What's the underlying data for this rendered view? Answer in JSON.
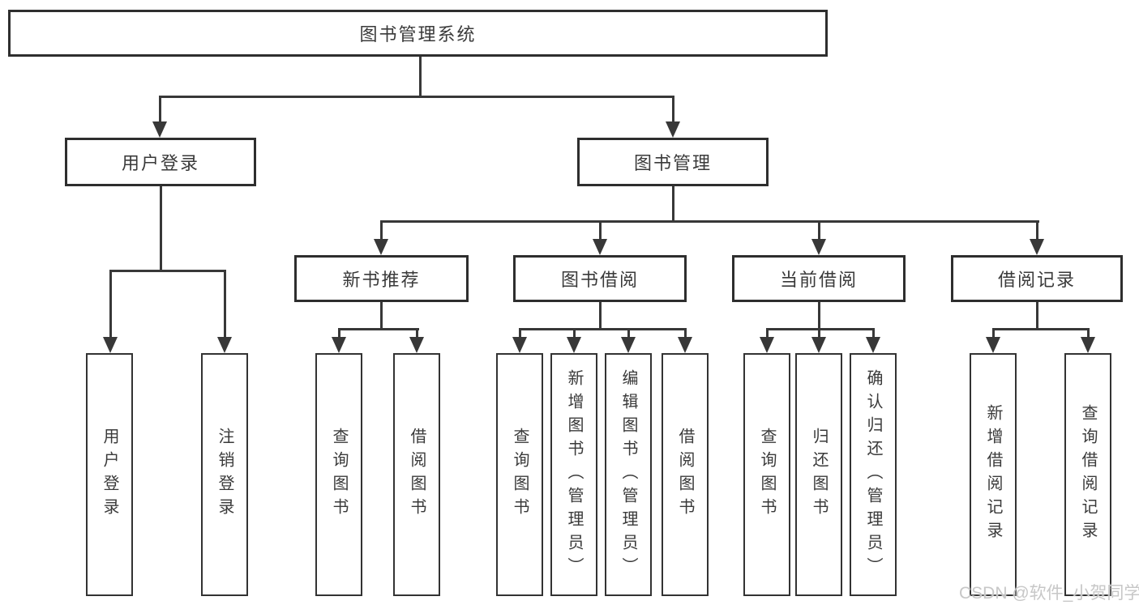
{
  "watermark": "CSDN @软件_小贺同学",
  "colors": {
    "background": "#ffffff",
    "line": "#383838",
    "box_border": "#2e2e2e",
    "text": "#3a3a3a",
    "watermark_text": "#c7c7c7"
  },
  "tree": {
    "root": {
      "label": "图书管理系统"
    },
    "level2": [
      {
        "label": "用户登录"
      },
      {
        "label": "图书管理"
      }
    ],
    "level3": [
      {
        "label": "新书推荐"
      },
      {
        "label": "图书借阅"
      },
      {
        "label": "当前借阅"
      },
      {
        "label": "借阅记录"
      }
    ],
    "leaves": {
      "user_login": [
        "用户登录",
        "注销登录"
      ],
      "new_book_rec": [
        "查询图书",
        "借阅图书"
      ],
      "book_borrow": [
        "查询图书",
        "新增图书（管理员）",
        "编辑图书（管理员）",
        "借阅图书"
      ],
      "current_borrow": [
        "查询图书",
        "归还图书",
        "确认归还（管理员）"
      ],
      "borrow_records": [
        "新增借阅记录",
        "查询借阅记录"
      ]
    }
  }
}
